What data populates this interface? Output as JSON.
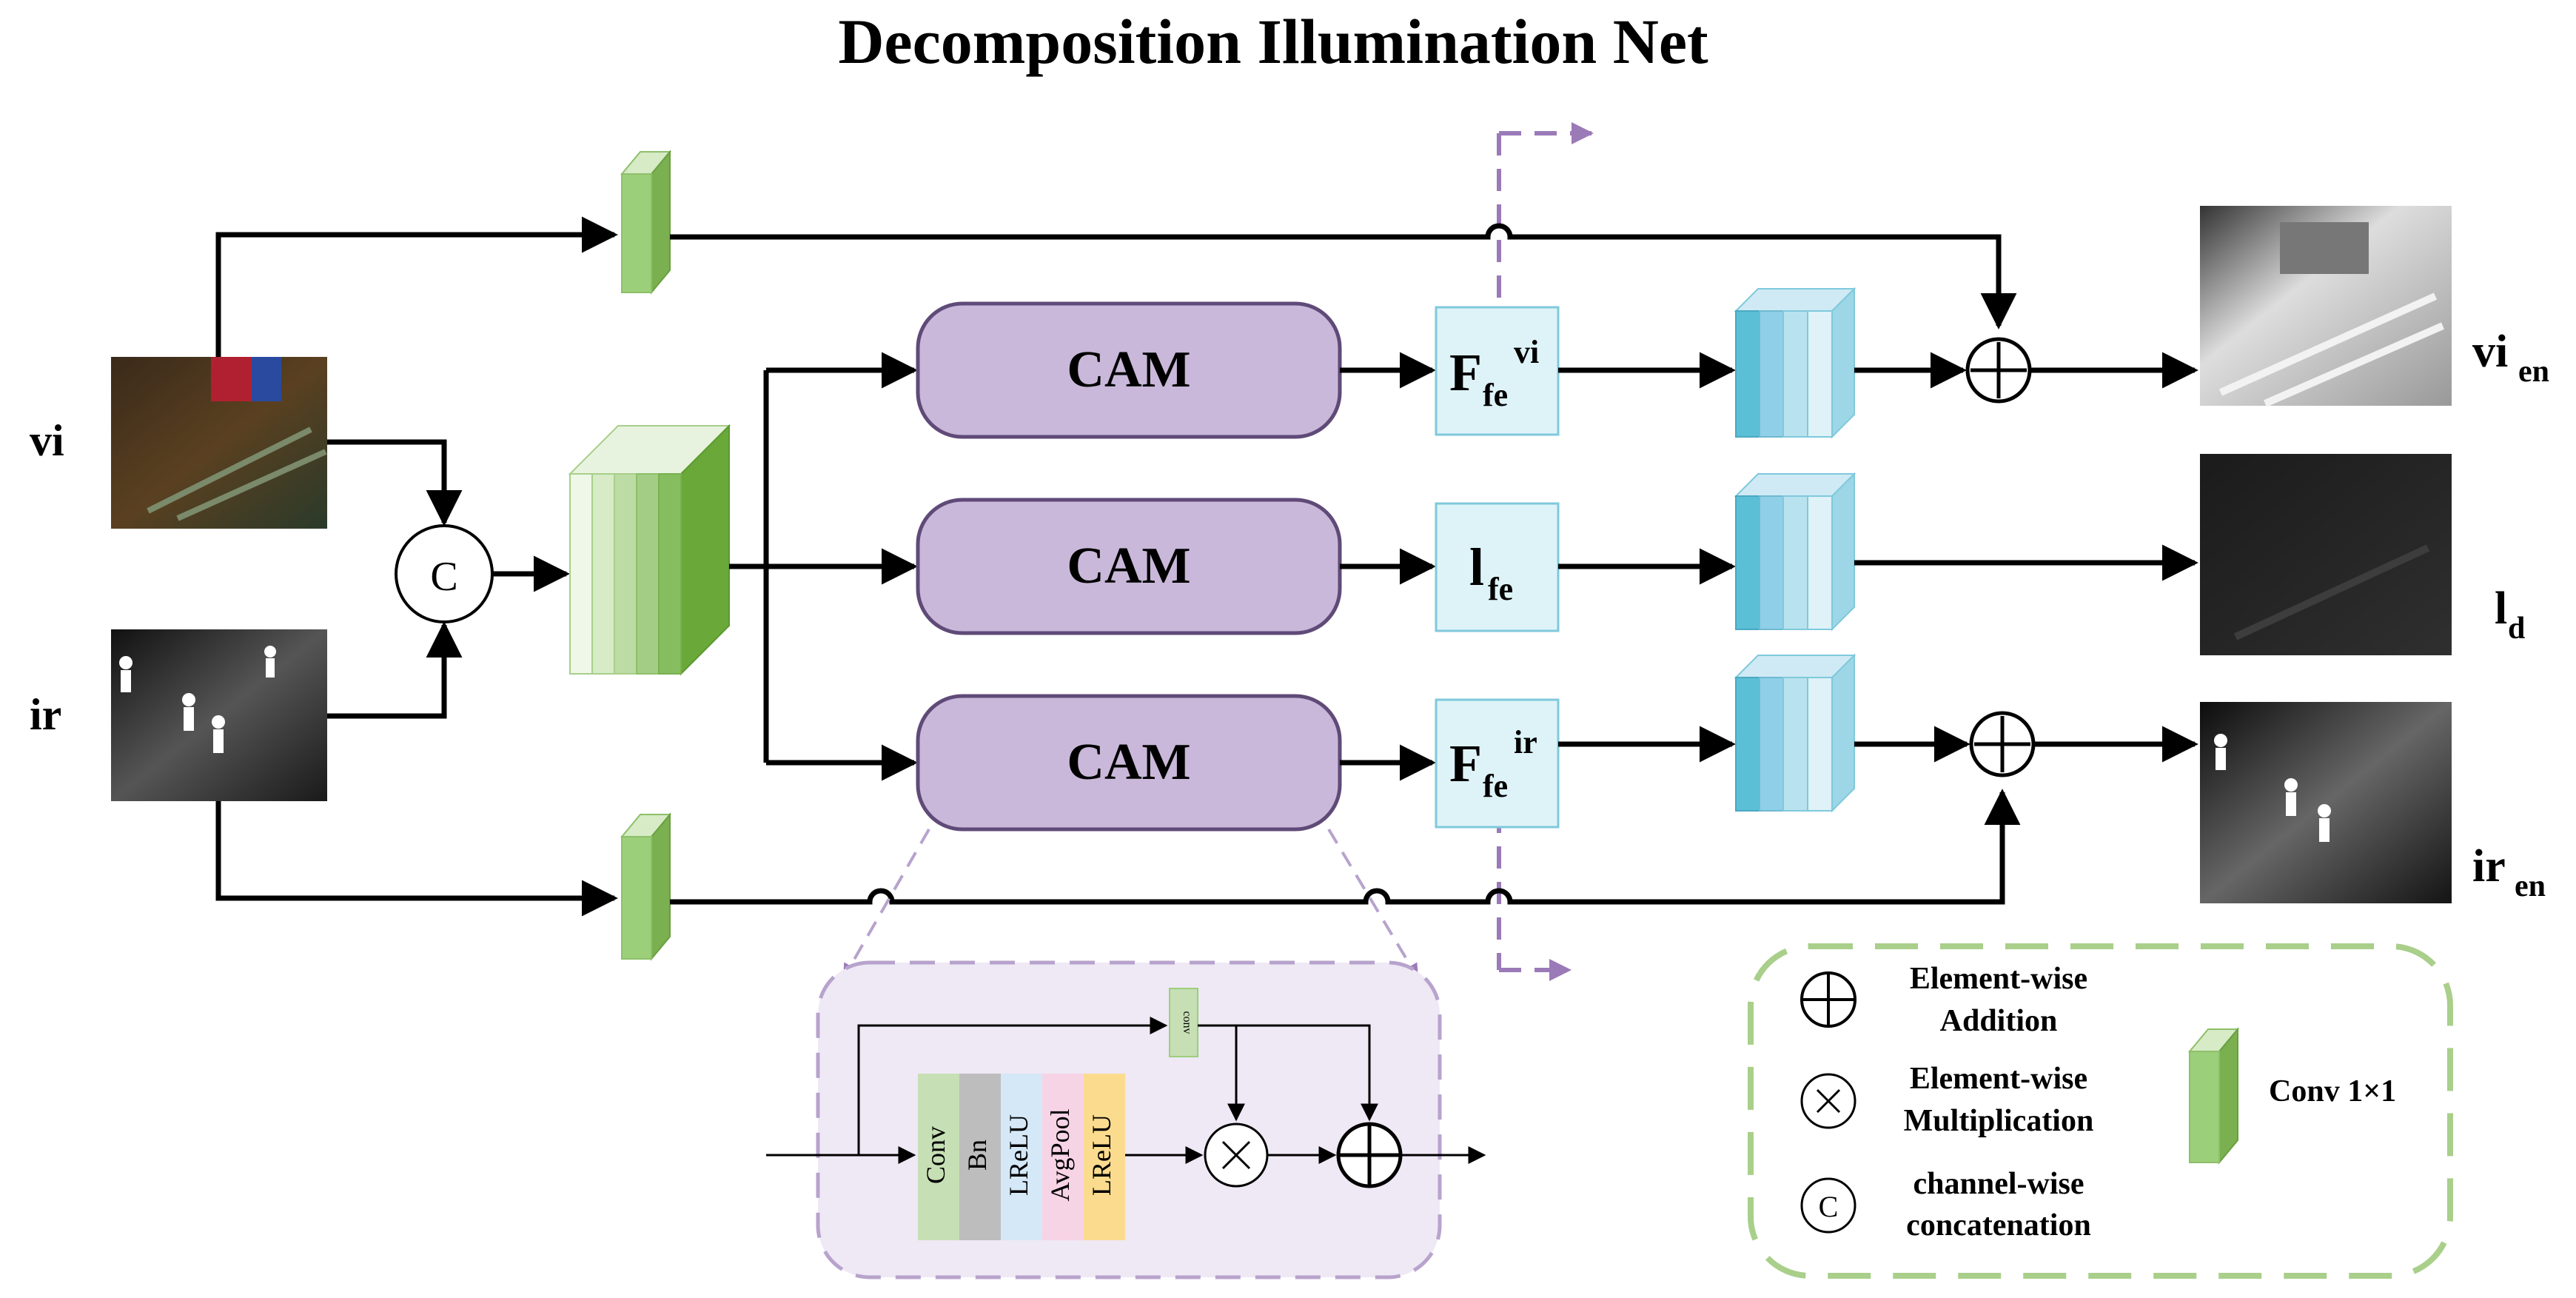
{
  "title": "Decomposition Illumination Net",
  "inputs": {
    "vi_label": "vi",
    "ir_label": "ir"
  },
  "concat_symbol": "C",
  "branches": [
    {
      "module": "CAM",
      "feature_main": "F",
      "feature_sub": "fe",
      "feature_sup": "vi"
    },
    {
      "module": "CAM",
      "feature_main": "l",
      "feature_sub": "fe",
      "feature_sup": ""
    },
    {
      "module": "CAM",
      "feature_main": "F",
      "feature_sub": "fe",
      "feature_sup": "ir"
    }
  ],
  "outputs": [
    {
      "main": "vi",
      "sub": "en"
    },
    {
      "main": "l",
      "sub": "d"
    },
    {
      "main": "ir",
      "sub": "en"
    }
  ],
  "cam_detail": {
    "layers": [
      "Conv",
      "Bn",
      "LReLU",
      "AvgPool",
      "LReLU"
    ],
    "side_conv": "conv"
  },
  "legend": {
    "addition": "Element-wise Addition",
    "addition_l1": "Element-wise",
    "addition_l2": "Addition",
    "multiplication_l1": "Element-wise",
    "multiplication_l2": "Multiplication",
    "concat_l1": "channel-wise",
    "concat_l2": "concatenation",
    "conv": "Conv 1×1"
  },
  "colors": {
    "cam_fill": "#c9b8d9",
    "cam_stroke": "#5f4a78",
    "feature_fill": "#def3f8",
    "feature_stroke": "#7fc9dc",
    "conv_green": "#9ccf7a",
    "dashed_purple": "#9b7ab8",
    "legend_green": "#a9cf8a",
    "detail_bg": "#efe8f5"
  }
}
